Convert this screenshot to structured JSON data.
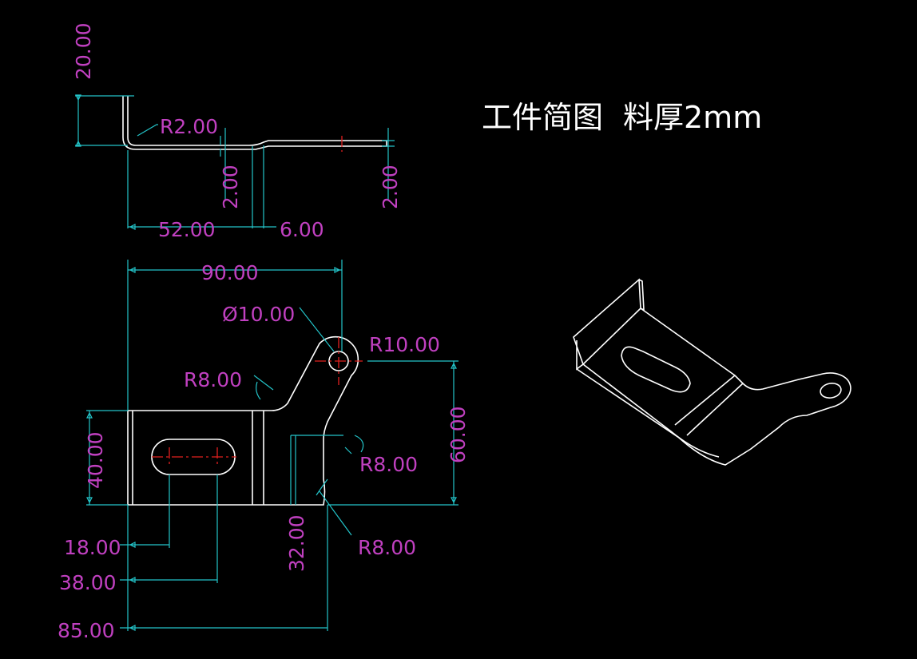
{
  "title": {
    "name": "工件简图",
    "thickness": "料厚2mm"
  },
  "dimensions": {
    "height_20": "20.00",
    "radius_2": "R2.00",
    "thick_left": "2.00",
    "thick_right": "2.00",
    "len_52": "52.00",
    "len_6": "6.00",
    "width_90": "90.00",
    "hole_dia": "Ø10.00",
    "radius_10": "R10.00",
    "radius_8_upper": "R8.00",
    "radius_8_inner": "R8.00",
    "radius_8_lower": "R8.00",
    "height_60": "60.00",
    "height_40": "40.00",
    "height_32": "32.00",
    "len_18": "18.00",
    "len_38": "38.00",
    "len_85": "85.00"
  },
  "colors": {
    "background": "#000000",
    "outline": "#ffffff",
    "dimension_line": "#23c4c9",
    "dimension_text": "#c040c0",
    "center_line": "#e0201e"
  }
}
